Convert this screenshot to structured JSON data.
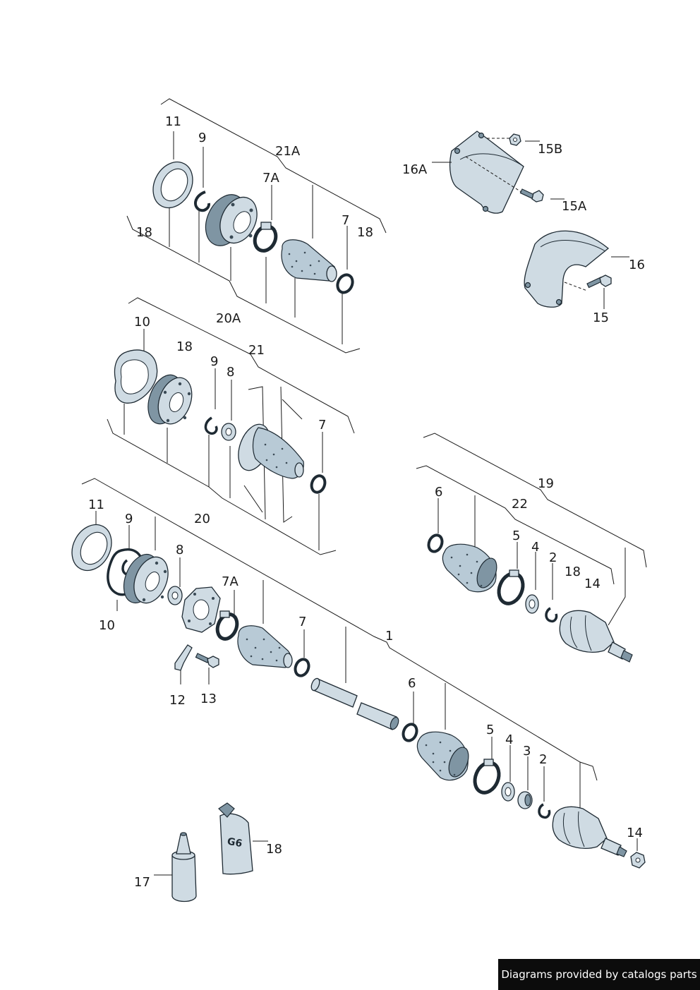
{
  "diagram": {
    "labels": {
      "l11a": "11",
      "l9a": "9",
      "l21A": "21A",
      "l7Aa": "7A",
      "l7a": "7",
      "l18a": "18",
      "l18b": "18",
      "l20A": "20A",
      "l16A": "16A",
      "l15B": "15B",
      "l15A": "15A",
      "l16": "16",
      "l15": "15",
      "l10a": "10",
      "l18c": "18",
      "l21": "21",
      "l9b": "9",
      "l8a": "8",
      "l7b": "7",
      "l20": "20",
      "l11b": "11",
      "l9c": "9",
      "l8b": "8",
      "l7Ab": "7A",
      "l10b": "10",
      "l7c": "7",
      "l12": "12",
      "l13": "13",
      "l1": "1",
      "l6a": "6",
      "l19": "19",
      "l22": "22",
      "l5a": "5",
      "l4a": "4",
      "l2a": "2",
      "l18d": "18",
      "l14a": "14",
      "l6b": "6",
      "l5b": "5",
      "l4b": "4",
      "l3": "3",
      "l2b": "2",
      "l14b": "14",
      "l17": "17",
      "l18e": "18"
    },
    "tube_marking": "G6"
  },
  "footer": {
    "text": "Diagrams provided by catalogs parts"
  },
  "colors": {
    "line": "#1a1a1a",
    "part_fill": "#cfdbe3",
    "boot_fill": "#b8cad6",
    "footer_bg": "#0c0c0c"
  }
}
